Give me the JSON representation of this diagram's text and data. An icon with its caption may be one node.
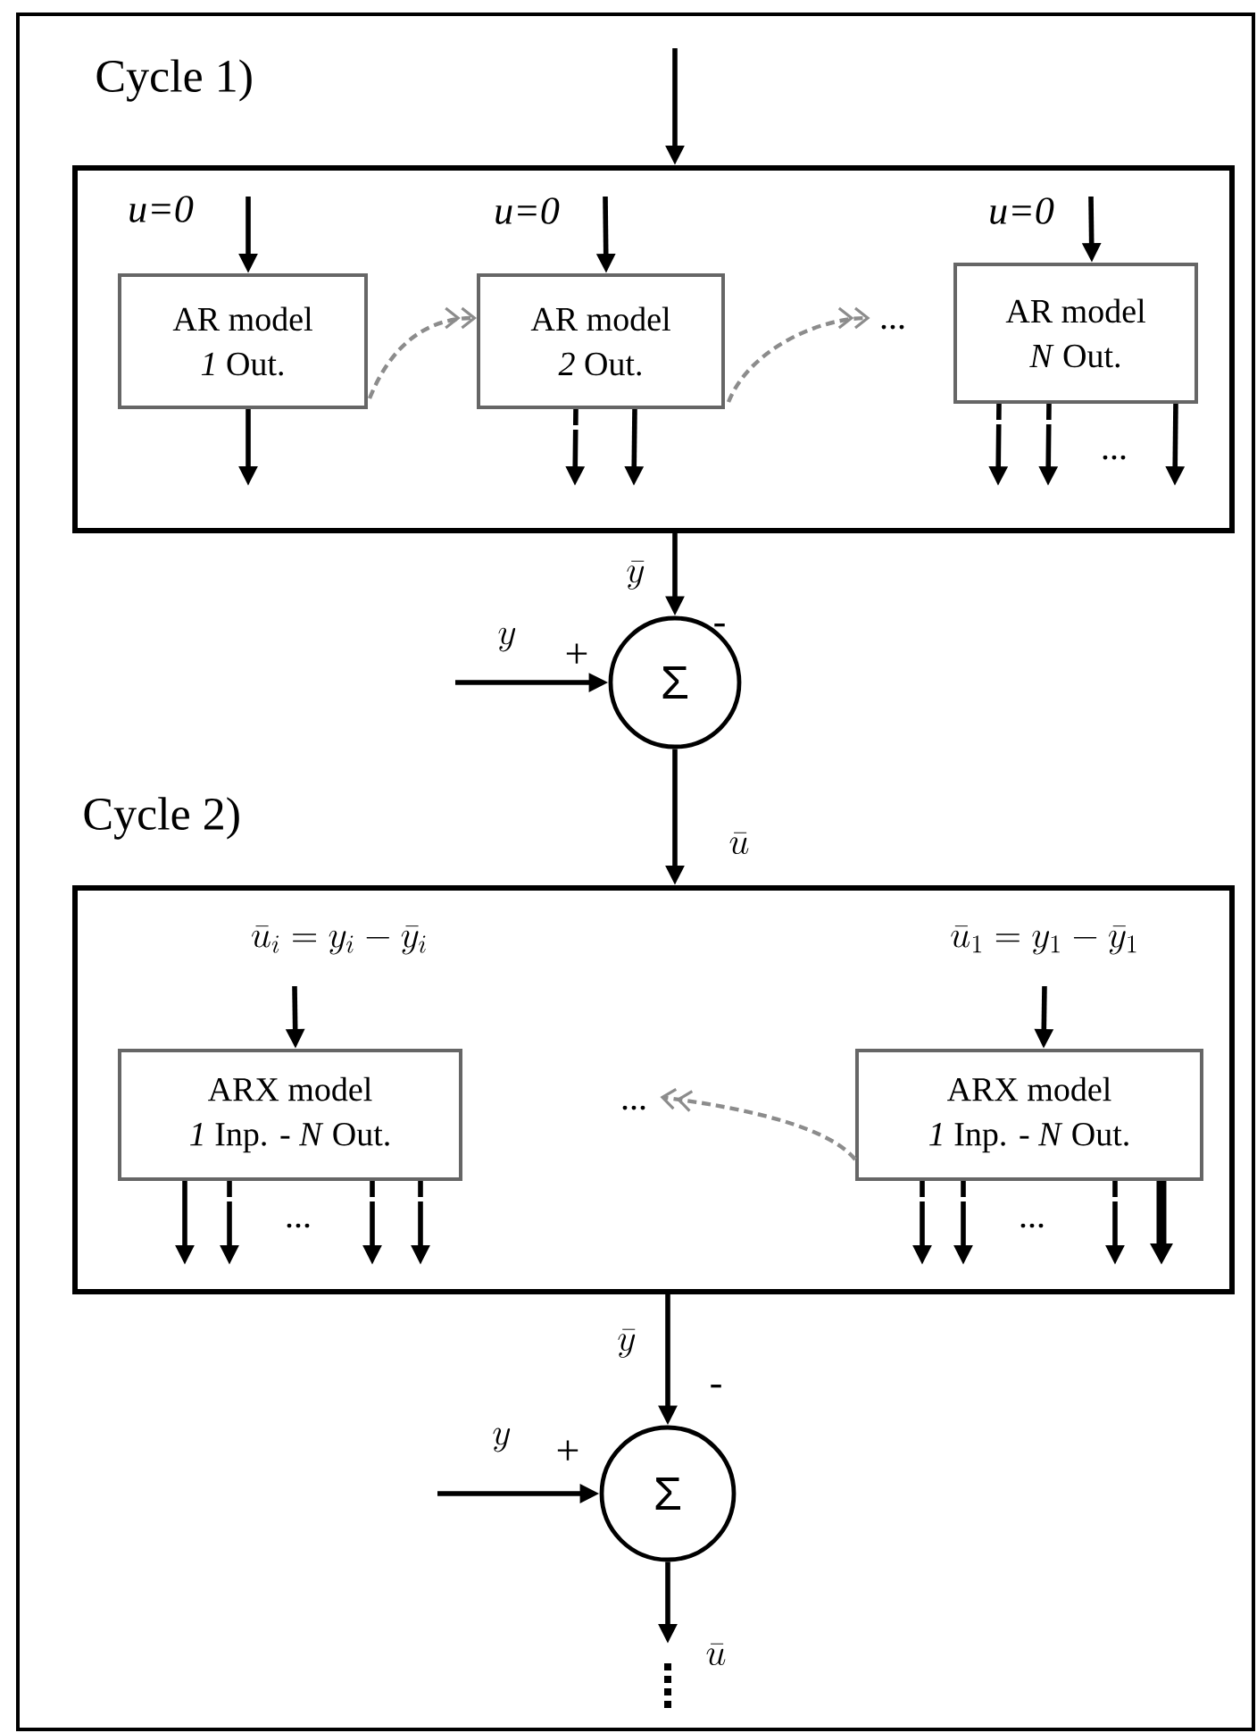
{
  "diagram": {
    "nodes": [
      {
        "text": [],
        "shape": "box"
      },
      {
        "text": [
          "AR model",
          "*1* Out."
        ],
        "in": 0
      },
      {
        "text": [
          "AR model",
          "*2* Out."
        ],
        "in": 0
      },
      {
        "text": [
          "..."
        ],
        "in": 0
      },
      {
        "text": [
          "AR model",
          "*N* Out."
        ],
        "in": 0
      },
      {
        "text": [
          "Σ"
        ]
      },
      {
        "text": [],
        "shape": "box"
      },
      {
        "text": [
          "ARX model",
          "*1* Inp. - *N* Out."
        ],
        "in": 6
      },
      {
        "text": [
          "..."
        ],
        "in": 6
      },
      {
        "text": [
          "ARX model",
          "*1* Inp. - *N* Out."
        ],
        "in": 6
      },
      {
        "text": [
          "Σ"
        ]
      }
    ],
    "edges": [
      {
        "from": null,
        "to": 0,
        "arrow": "to"
      },
      {
        "from": null,
        "to": 1,
        "arrow": "to",
        "label": "u=0"
      },
      {
        "from": null,
        "to": 2,
        "arrow": "to",
        "label": "u=0"
      },
      {
        "from": null,
        "to": 4,
        "arrow": "to",
        "label": "u=0"
      },
      {
        "from": 1,
        "to": null,
        "arrow": "to"
      },
      {
        "from": 2,
        "to": null,
        "arrow": "to",
        "style": "dashed"
      },
      {
        "from": 2,
        "to": null,
        "arrow": "to"
      },
      {
        "from": 4,
        "to": null,
        "arrow": "to",
        "style": "dashed"
      },
      {
        "from": 4,
        "to": null,
        "arrow": "to",
        "style": "dashed"
      },
      {
        "from": 4,
        "to": null,
        "arrow": "to"
      },
      {
        "from": 1,
        "to": 2,
        "arrow": "to",
        "style": "dashed",
        "color": "#8c8c8c"
      },
      {
        "from": 2,
        "to": 3,
        "arrow": "to",
        "style": "dashed",
        "color": "#8c8c8c"
      },
      {
        "from": 0,
        "to": 5,
        "arrow": "to",
        "label": "\\bar{y}"
      },
      {
        "from": null,
        "to": 5,
        "arrow": "to",
        "label": "y"
      },
      {
        "from": 5,
        "to": 6,
        "arrow": "to",
        "label": "\\bar{u}"
      },
      {
        "from": null,
        "to": 7,
        "arrow": "to",
        "label": "\\bar{u}_i = y_i - \\bar{y}_i"
      },
      {
        "from": null,
        "to": 9,
        "arrow": "to",
        "label": "\\bar{u}_1 = y_1 - \\bar{y}_1"
      },
      {
        "from": 9,
        "to": 8,
        "arrow": "to",
        "style": "dashed",
        "color": "#8c8c8c"
      },
      {
        "from": 7,
        "to": null,
        "arrow": "to"
      },
      {
        "from": 7,
        "to": null,
        "arrow": "to",
        "style": "dashed"
      },
      {
        "from": 7,
        "to": null,
        "arrow": "to",
        "style": "dashed"
      },
      {
        "from": 7,
        "to": null,
        "arrow": "to",
        "style": "dashed"
      },
      {
        "from": 9,
        "to": null,
        "arrow": "to",
        "style": "dashed"
      },
      {
        "from": 9,
        "to": null,
        "arrow": "to",
        "style": "dashed"
      },
      {
        "from": 9,
        "to": null,
        "arrow": "to",
        "style": "dashed"
      },
      {
        "from": 9,
        "to": null,
        "arrow": "to",
        "style": "thick"
      },
      {
        "from": 6,
        "to": 10,
        "arrow": "to",
        "label": "\\bar{y}"
      },
      {
        "from": null,
        "to": 10,
        "arrow": "to",
        "label": "y"
      },
      {
        "from": 10,
        "to": null,
        "arrow": "to",
        "label": "\\bar{u}"
      }
    ],
    "labels": [
      "Cycle 1)",
      "...",
      "-",
      "+",
      "Cycle 2)",
      "...",
      "...",
      "-",
      "+"
    ]
  }
}
